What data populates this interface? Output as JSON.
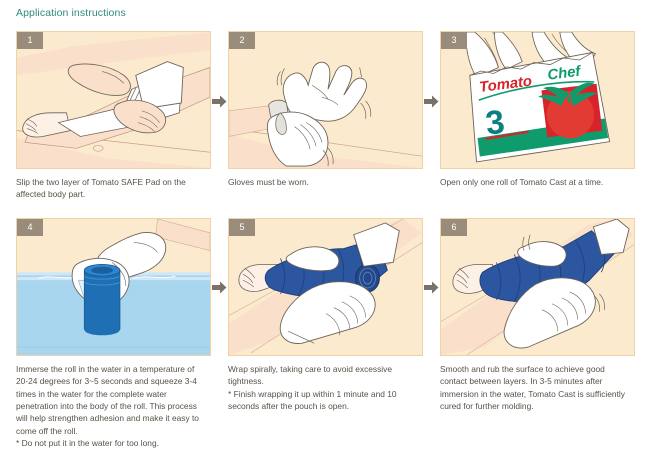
{
  "page": {
    "title": "Application instructions",
    "title_color": "#2e8b79",
    "background": "#ffffff"
  },
  "palette": {
    "panel_background": "#fbeacd",
    "panel_border": "#f0d2a8",
    "badge_background": "#9a8c7b",
    "badge_text": "#ffffff",
    "caption_text": "#585248",
    "arrow": "#7a7268",
    "skin": "#fadfcb",
    "glove": "#ffffff",
    "outline": "#6b6258",
    "cast_blue": "#2c56a0",
    "water": "#a8d6ef",
    "roll_blue": "#1f6fb5",
    "logo_red": "#d8232a",
    "logo_green": "#0f9b6c",
    "tomato_red": "#d8232a"
  },
  "rows": [
    {
      "steps": [
        {
          "number": "1",
          "icon": "pad-slip-illustration",
          "caption": "Slip the two layer of Tomato SAFE Pad on the affected body part.",
          "arrow_after": true,
          "arrow_icon": "arrow-right-icon"
        },
        {
          "number": "2",
          "icon": "gloves-illustration",
          "caption": "Gloves must be worn.",
          "arrow_after": true,
          "arrow_icon": "arrow-right-icon"
        },
        {
          "number": "3",
          "icon": "package-open-illustration",
          "caption": "Open only one roll of Tomato Cast at a time.",
          "arrow_after": false,
          "arrow_icon": ""
        }
      ]
    },
    {
      "steps": [
        {
          "number": "4",
          "icon": "immerse-roll-illustration",
          "caption": "Immerse the roll in the water in a temperature of 20-24 degrees for 3~5 seconds and squeeze 3-4 times in the water for the complete water penetration into the body of the roll. This process will help strengthen adhesion and make it easy to come off the roll.\n* Do not put it in the water for too long.",
          "arrow_after": true,
          "arrow_icon": "arrow-right-icon"
        },
        {
          "number": "5",
          "icon": "wrap-spirally-illustration",
          "caption": "Wrap spirally, taking care to avoid excessive tightness.\n* Finish wrapping it up within 1 minute and 10 seconds after the pouch is open.",
          "arrow_after": true,
          "arrow_icon": "arrow-right-icon"
        },
        {
          "number": "6",
          "icon": "smooth-rub-illustration",
          "caption": "Smooth and rub the surface to achieve good contact between layers. In 3-5 minutes after immersion in the water, Tomato Cast is sufficiently cured for further molding.",
          "arrow_after": false,
          "arrow_icon": ""
        }
      ]
    }
  ],
  "package_label": {
    "brand_tomato": "Tomato",
    "brand_chef": "Chef",
    "size_number": "3"
  }
}
